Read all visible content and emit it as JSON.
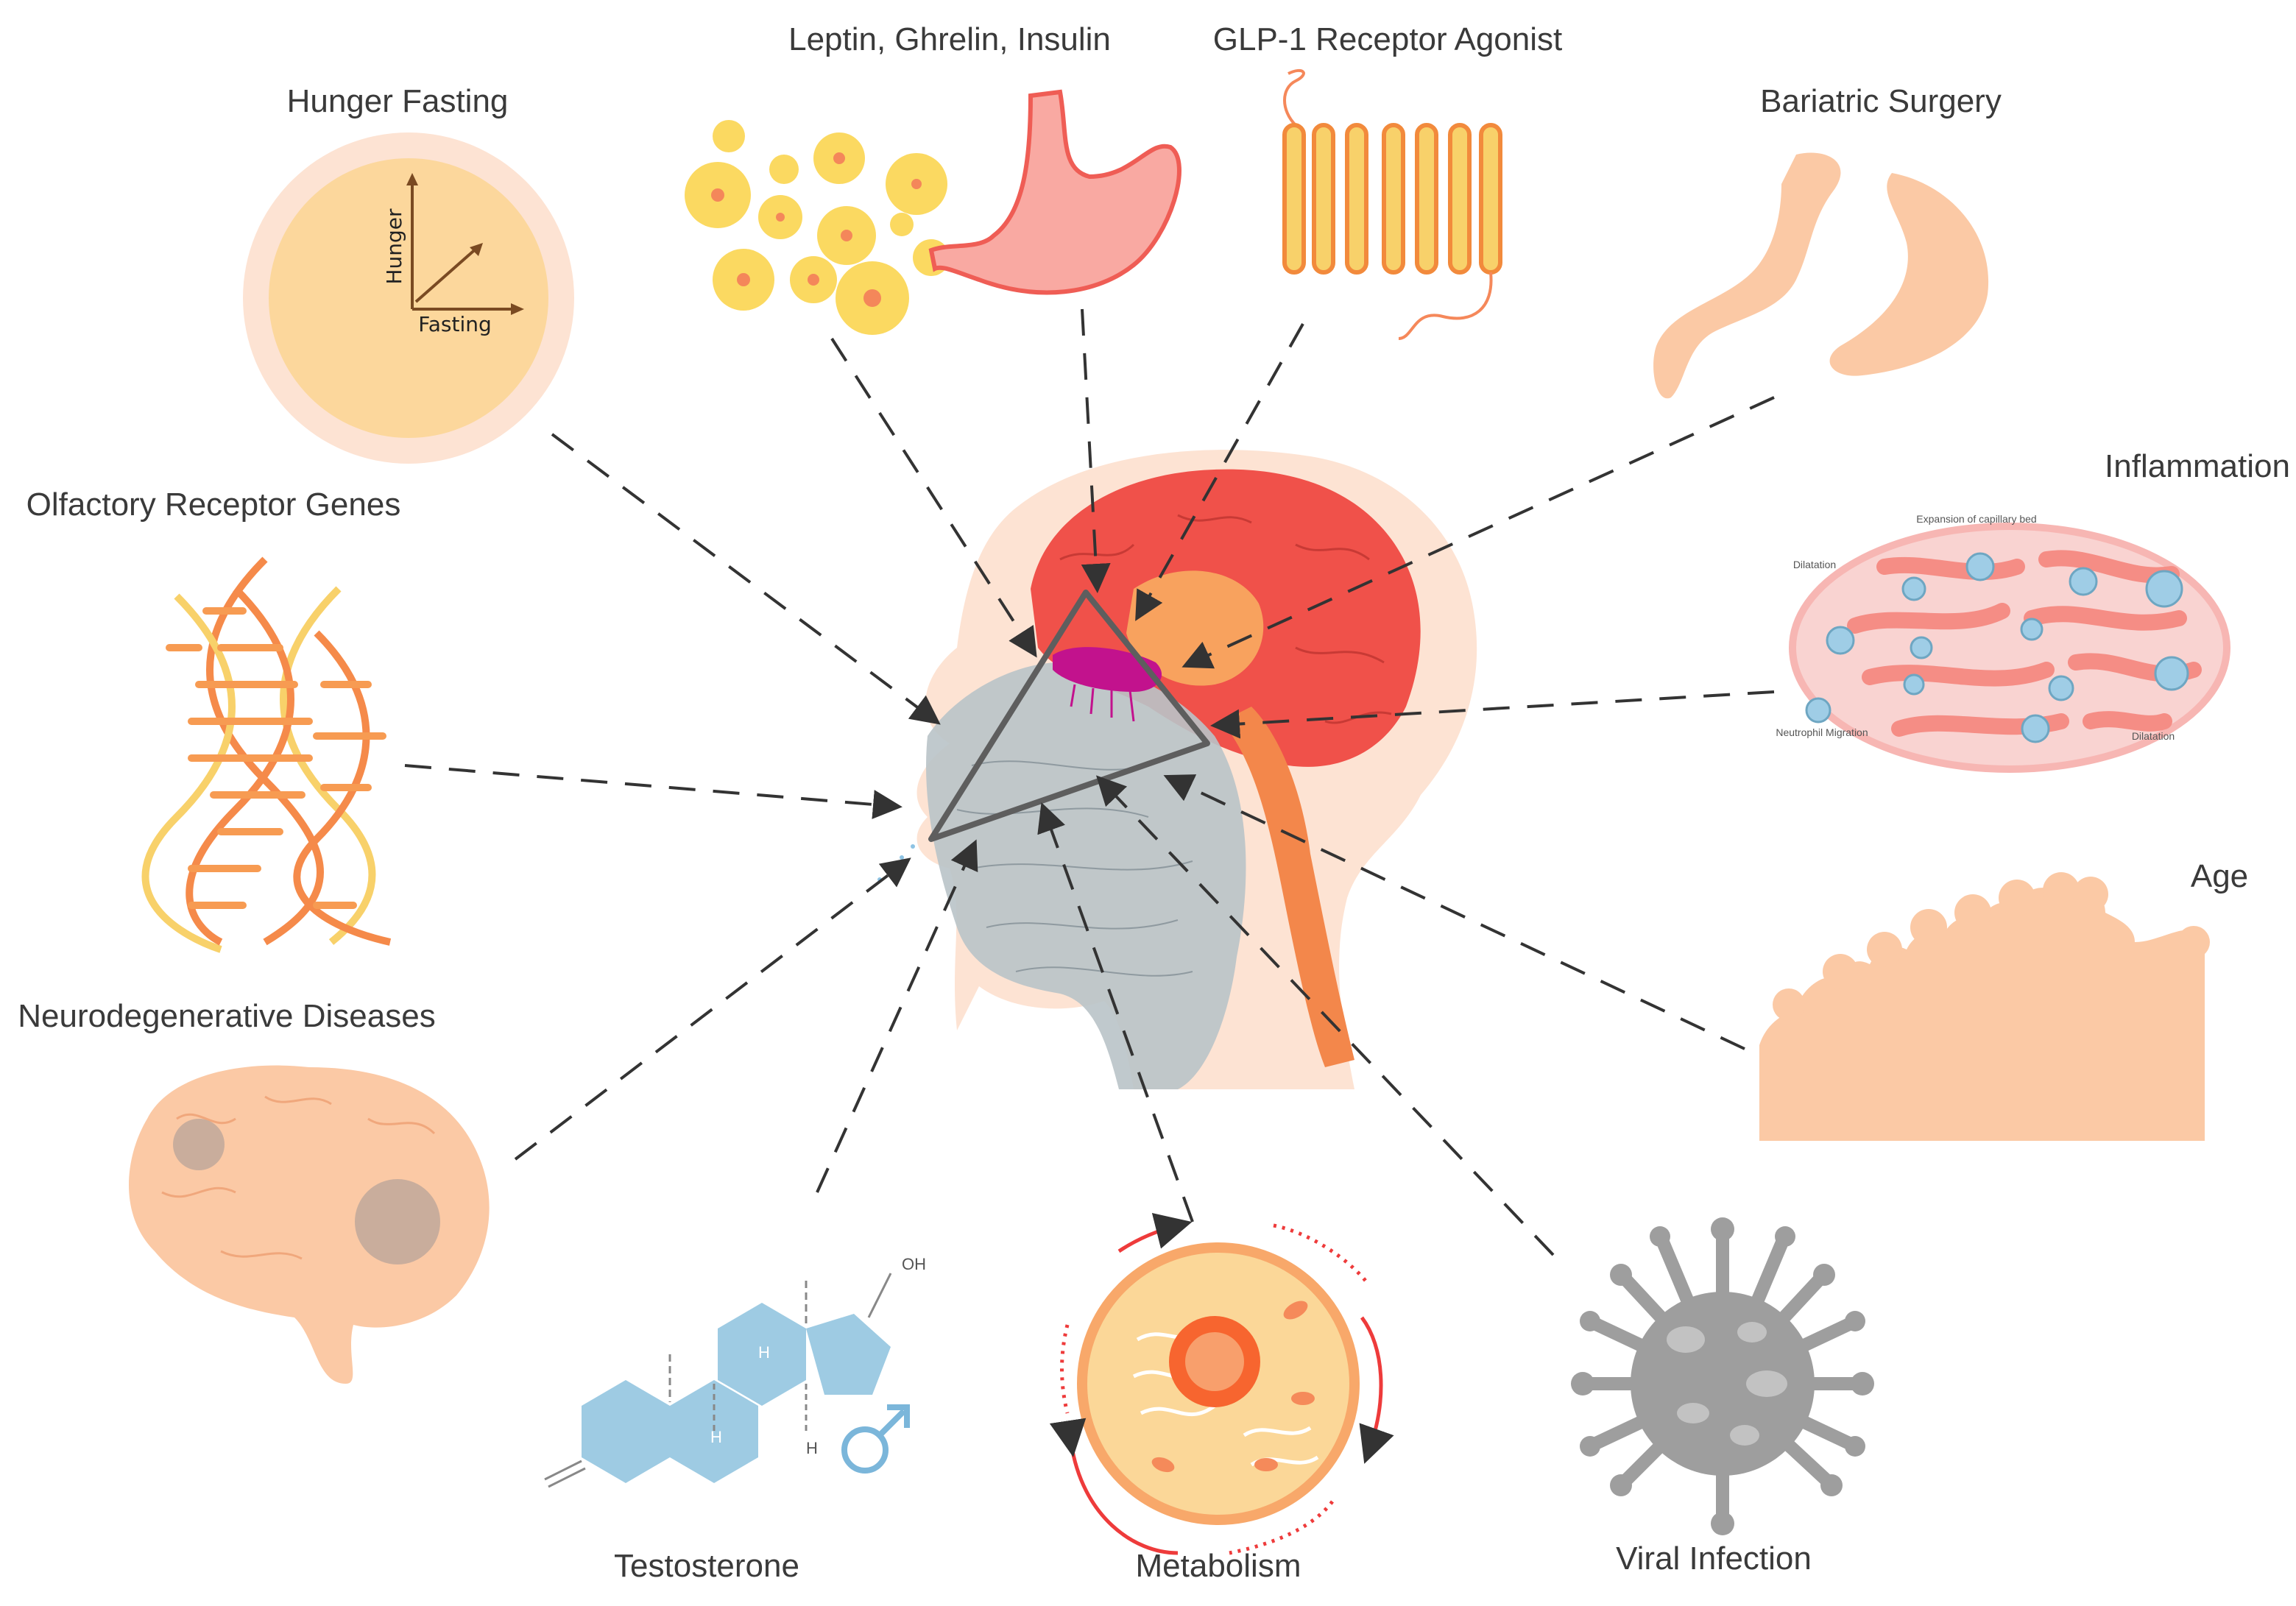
{
  "labels": {
    "hunger_fasting": "Hunger Fasting",
    "leptin_ghrelin_insulin": "Leptin, Ghrelin, Insulin",
    "glp1": "GLP-1 Receptor Agonist",
    "bariatric_surgery": "Bariatric Surgery",
    "inflammation": "Inflammation",
    "olfactory_receptor_genes": "Olfactory Receptor Genes",
    "age": "Age",
    "neurodegenerative_diseases": "Neurodegenerative Diseases",
    "testosterone": "Testosterone",
    "metabolism": "Metabolism",
    "viral_infection": "Viral Infection"
  },
  "hunger_axes": {
    "y_axis": "Hunger",
    "x_axis": "Fasting"
  },
  "inflammation_notes": {
    "expansion": "Expansion of capillary bed",
    "dilatation_left": "Dilatation",
    "neutrophil_migration": "Neutrophil Migration",
    "dilatation_right": "Dilatation"
  },
  "testosterone_notes": {
    "oh": "OH",
    "h1": "H",
    "h2": "H",
    "h3": "H"
  },
  "colors": {
    "brain_red": "#f0514a",
    "skin": "#fde3d3",
    "nasal_gray": "#b9c3c8",
    "orange": "#f8a25e",
    "yellow": "#f8d86a",
    "peach": "#fbc9a5",
    "blue": "#95c8e3",
    "virus_gray": "#9e9e9e",
    "magenta": "#c2128d"
  }
}
